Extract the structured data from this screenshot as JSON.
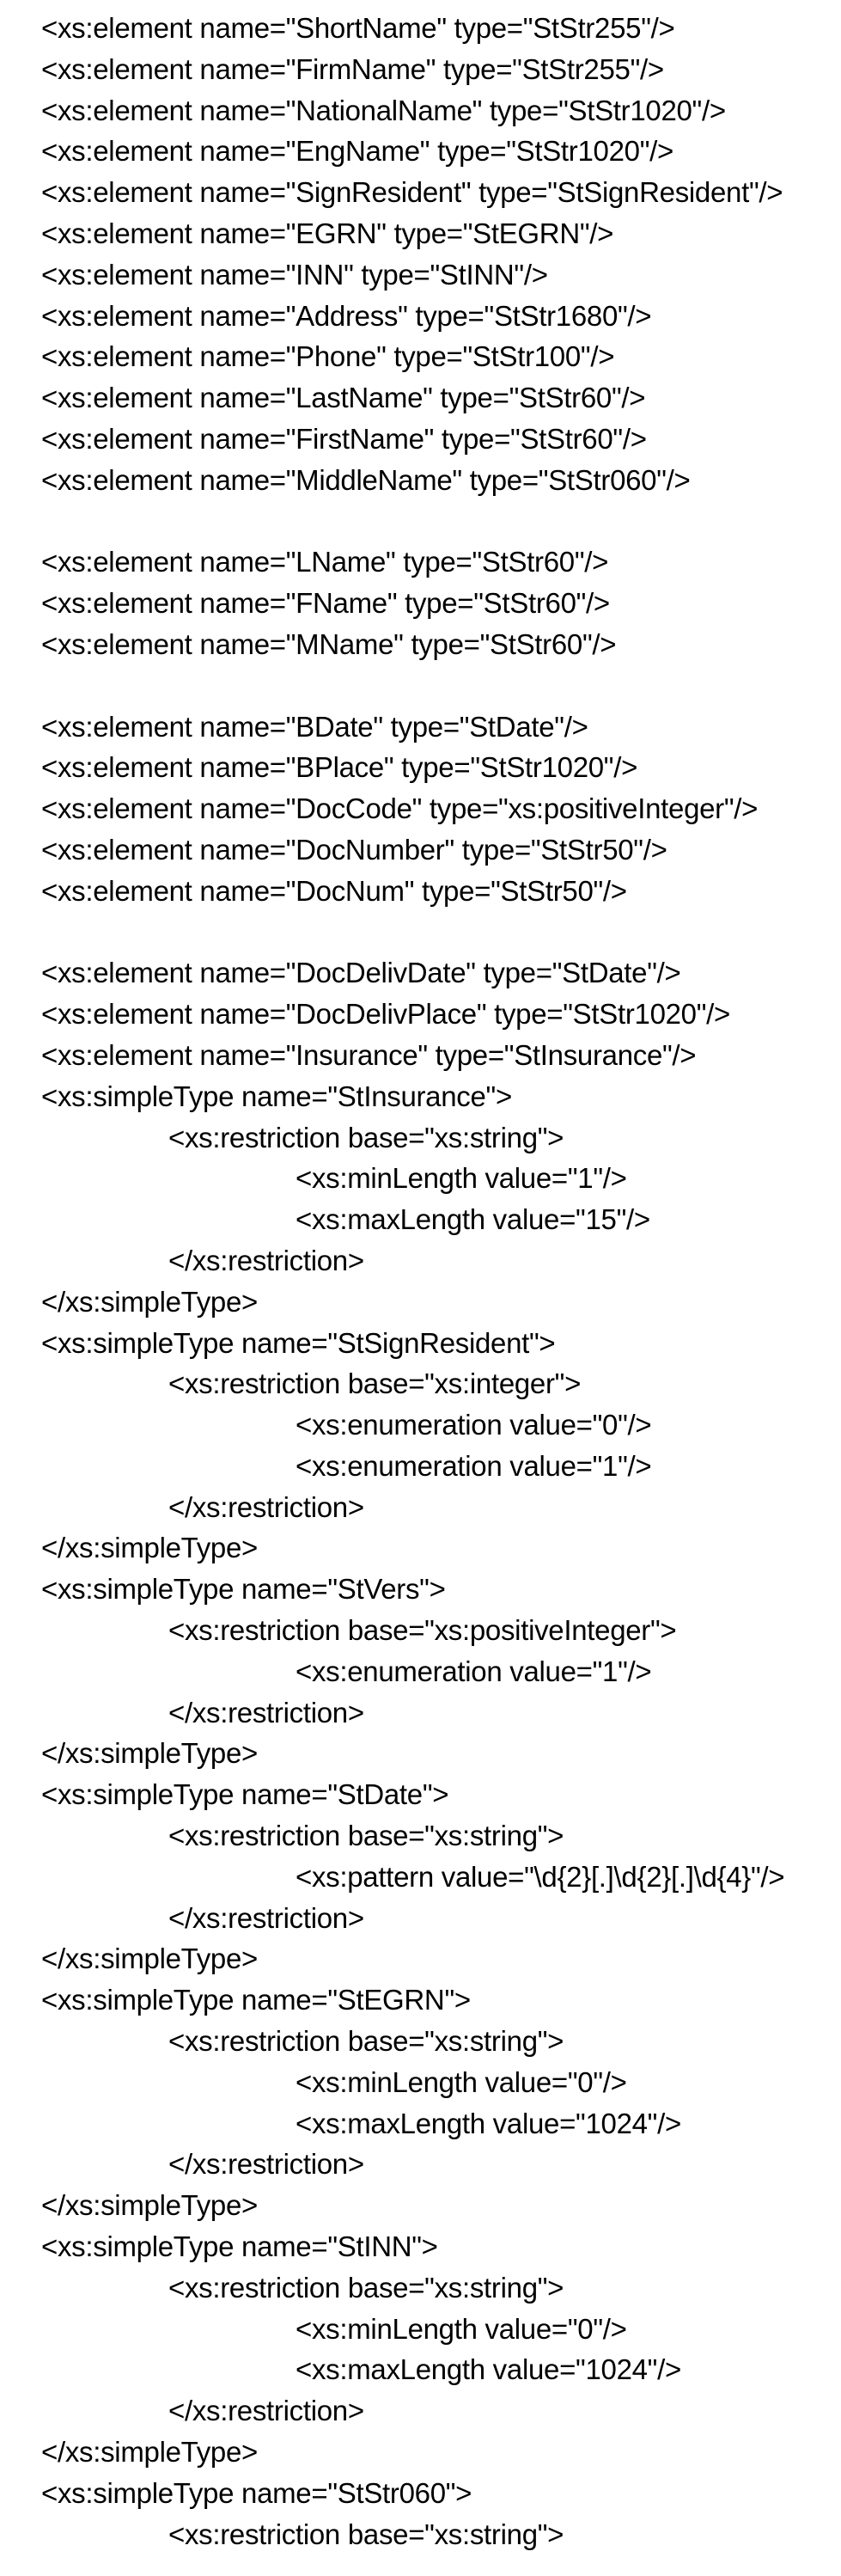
{
  "lines": [
    {
      "indent": 0,
      "text": "<xs:element name=\"ShortName\" type=\"StStr255\"/>"
    },
    {
      "indent": 0,
      "text": "<xs:element name=\"FirmName\" type=\"StStr255\"/>"
    },
    {
      "indent": 0,
      "text": "<xs:element name=\"NationalName\" type=\"StStr1020\"/>"
    },
    {
      "indent": 0,
      "text": "<xs:element name=\"EngName\" type=\"StStr1020\"/>"
    },
    {
      "indent": 0,
      "text": "<xs:element name=\"SignResident\" type=\"StSignResident\"/>"
    },
    {
      "indent": 0,
      "text": "<xs:element name=\"EGRN\" type=\"StEGRN\"/>"
    },
    {
      "indent": 0,
      "text": "<xs:element name=\"INN\" type=\"StINN\"/>"
    },
    {
      "indent": 0,
      "text": "<xs:element name=\"Address\" type=\"StStr1680\"/>"
    },
    {
      "indent": 0,
      "text": "<xs:element name=\"Phone\" type=\"StStr100\"/>"
    },
    {
      "indent": 0,
      "text": "<xs:element name=\"LastName\" type=\"StStr60\"/>"
    },
    {
      "indent": 0,
      "text": "<xs:element name=\"FirstName\" type=\"StStr60\"/>"
    },
    {
      "indent": 0,
      "text": "<xs:element name=\"MiddleName\" type=\"StStr060\"/>"
    },
    {
      "indent": 0,
      "text": ""
    },
    {
      "indent": 0,
      "text": "<xs:element name=\"LName\" type=\"StStr60\"/>"
    },
    {
      "indent": 0,
      "text": "<xs:element name=\"FName\" type=\"StStr60\"/>"
    },
    {
      "indent": 0,
      "text": "<xs:element name=\"MName\" type=\"StStr60\"/>"
    },
    {
      "indent": 0,
      "text": ""
    },
    {
      "indent": 0,
      "text": "<xs:element name=\"BDate\" type=\"StDate\"/>"
    },
    {
      "indent": 0,
      "text": "<xs:element name=\"BPlace\" type=\"StStr1020\"/>"
    },
    {
      "indent": 0,
      "text": "<xs:element name=\"DocCode\" type=\"xs:positiveInteger\"/>"
    },
    {
      "indent": 0,
      "text": "<xs:element name=\"DocNumber\" type=\"StStr50\"/>"
    },
    {
      "indent": 0,
      "text": "<xs:element name=\"DocNum\" type=\"StStr50\"/>"
    },
    {
      "indent": 0,
      "text": ""
    },
    {
      "indent": 0,
      "text": "<xs:element name=\"DocDelivDate\" type=\"StDate\"/>"
    },
    {
      "indent": 0,
      "text": "<xs:element name=\"DocDelivPlace\" type=\"StStr1020\"/>"
    },
    {
      "indent": 0,
      "text": "<xs:element name=\"Insurance\" type=\"StInsurance\"/>"
    },
    {
      "indent": 0,
      "text": "<xs:simpleType name=\"StInsurance\">"
    },
    {
      "indent": 1,
      "text": "<xs:restriction base=\"xs:string\">"
    },
    {
      "indent": 2,
      "text": "<xs:minLength value=\"1\"/>"
    },
    {
      "indent": 2,
      "text": "<xs:maxLength value=\"15\"/>"
    },
    {
      "indent": 1,
      "text": "</xs:restriction>"
    },
    {
      "indent": 0,
      "text": "</xs:simpleType>"
    },
    {
      "indent": 0,
      "text": "<xs:simpleType name=\"StSignResident\">"
    },
    {
      "indent": 1,
      "text": "<xs:restriction base=\"xs:integer\">"
    },
    {
      "indent": 2,
      "text": "<xs:enumeration value=\"0\"/>"
    },
    {
      "indent": 2,
      "text": "<xs:enumeration value=\"1\"/>"
    },
    {
      "indent": 1,
      "text": "</xs:restriction>"
    },
    {
      "indent": 0,
      "text": "</xs:simpleType>"
    },
    {
      "indent": 0,
      "text": "<xs:simpleType name=\"StVers\">"
    },
    {
      "indent": 1,
      "text": "<xs:restriction base=\"xs:positiveInteger\">"
    },
    {
      "indent": 2,
      "text": "<xs:enumeration value=\"1\"/>"
    },
    {
      "indent": 1,
      "text": "</xs:restriction>"
    },
    {
      "indent": 0,
      "text": "</xs:simpleType>"
    },
    {
      "indent": 0,
      "text": "<xs:simpleType name=\"StDate\">"
    },
    {
      "indent": 1,
      "text": "<xs:restriction base=\"xs:string\">"
    },
    {
      "indent": 2,
      "text": "<xs:pattern value=\"\\d{2}[.]\\d{2}[.]\\d{4}\"/>"
    },
    {
      "indent": 1,
      "text": "</xs:restriction>"
    },
    {
      "indent": 0,
      "text": "</xs:simpleType>"
    },
    {
      "indent": 0,
      "text": "<xs:simpleType name=\"StEGRN\">"
    },
    {
      "indent": 1,
      "text": "<xs:restriction base=\"xs:string\">"
    },
    {
      "indent": 2,
      "text": "<xs:minLength value=\"0\"/>"
    },
    {
      "indent": 2,
      "text": "<xs:maxLength value=\"1024\"/>"
    },
    {
      "indent": 1,
      "text": "</xs:restriction>"
    },
    {
      "indent": 0,
      "text": "</xs:simpleType>"
    },
    {
      "indent": 0,
      "text": "<xs:simpleType name=\"StINN\">"
    },
    {
      "indent": 1,
      "text": "<xs:restriction base=\"xs:string\">"
    },
    {
      "indent": 2,
      "text": "<xs:minLength value=\"0\"/>"
    },
    {
      "indent": 2,
      "text": "<xs:maxLength value=\"1024\"/>"
    },
    {
      "indent": 1,
      "text": "</xs:restriction>"
    },
    {
      "indent": 0,
      "text": "</xs:simpleType>"
    },
    {
      "indent": 0,
      "text": "<xs:simpleType name=\"StStr060\">"
    },
    {
      "indent": 1,
      "text": "<xs:restriction base=\"xs:string\">"
    }
  ]
}
